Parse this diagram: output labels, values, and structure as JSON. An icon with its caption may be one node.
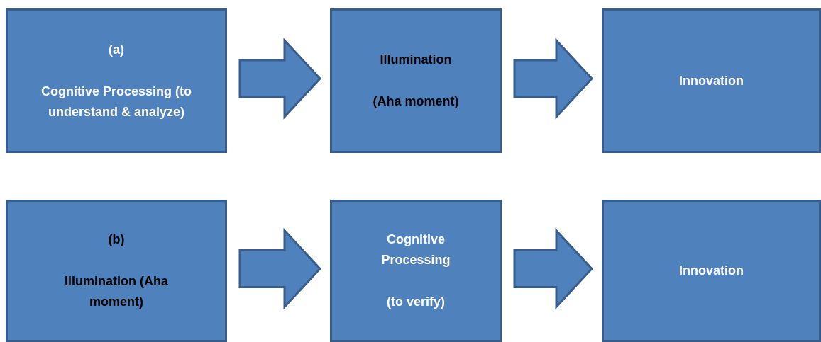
{
  "diagram": {
    "nodes": [
      {
        "text": [
          "(a)",
          "Cognitive Processing (to understand & analyze)"
        ]
      },
      {
        "text": [
          "Illumination",
          "(Aha moment)"
        ]
      },
      {
        "text": [
          "Innovation"
        ]
      },
      {
        "text": [
          "(b)",
          "Illumination (Aha moment)"
        ]
      },
      {
        "text": [
          "Cognitive Processing",
          "(to verify)"
        ]
      },
      {
        "text": [
          "Innovation"
        ]
      }
    ],
    "edges": [
      {
        "from": 0,
        "to": 1,
        "arrow": "to",
        "style": "thick"
      },
      {
        "from": 1,
        "to": 2,
        "arrow": "to",
        "style": "thick"
      },
      {
        "from": 3,
        "to": 4,
        "arrow": "to",
        "style": "thick"
      },
      {
        "from": 4,
        "to": 5,
        "arrow": "to",
        "style": "thick"
      }
    ]
  }
}
